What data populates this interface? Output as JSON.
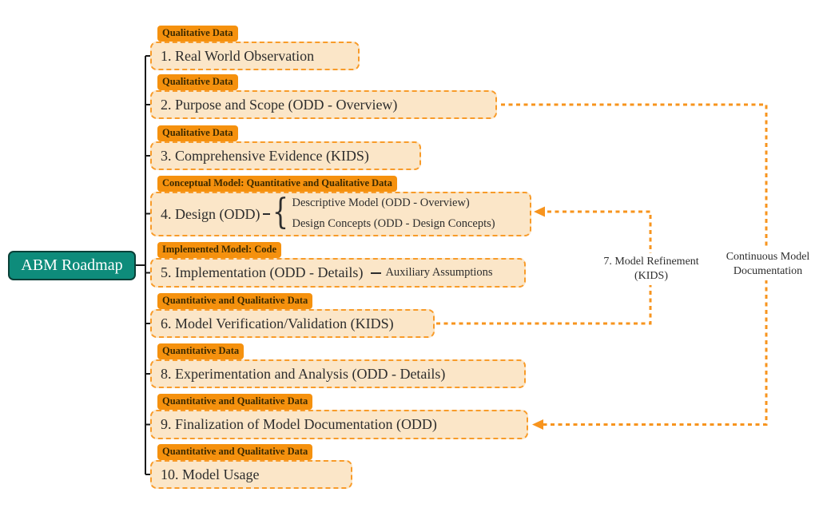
{
  "diagram": {
    "root_label": "ABM Roadmap",
    "items": [
      {
        "tag": "Qualitative Data",
        "title": "1. Real World Observation"
      },
      {
        "tag": "Qualitative Data",
        "title": "2. Purpose and Scope (ODD - Overview)"
      },
      {
        "tag": "Qualitative Data",
        "title": "3. Comprehensive Evidence (KIDS)"
      },
      {
        "tag": "Conceptual Model: Quantitative and Qualitative Data",
        "title": "4. Design (ODD)",
        "children": [
          "Descriptive Model (ODD - Overview)",
          "Design Concepts (ODD - Design Concepts)"
        ]
      },
      {
        "tag": "Implemented Model: Code",
        "title": "5. Implementation (ODD - Details)",
        "suffix": "Auxiliary Assumptions"
      },
      {
        "tag": "Quantitative and Qualitative Data",
        "title": "6. Model Verification/Validation (KIDS)"
      },
      {
        "tag": "Quantitative Data",
        "title": "8. Experimentation and Analysis (ODD - Details)"
      },
      {
        "tag": "Quantitative and Qualitative Data",
        "title": "9. Finalization of Model Documentation (ODD)"
      },
      {
        "tag": "Quantitative and Qualitative Data",
        "title": "10. Model Usage"
      }
    ],
    "arrows": [
      {
        "line1": "7. Model Refinement",
        "line2": "(KIDS)",
        "from": "6. Model Verification/Validation (KIDS)",
        "to": "4. Design (ODD)"
      },
      {
        "line1": "Continuous Model",
        "line2": "Documentation",
        "from": "2. Purpose and Scope (ODD - Overview)",
        "to": "9. Finalization of Model Documentation (ODD)"
      }
    ],
    "colors": {
      "accent_orange": "#F7941E",
      "node_fill": "#FBE6C8",
      "root_teal": "#0E8C7B",
      "root_border": "#0A4038",
      "line_black": "#1A1A1A",
      "text": "#2D2D2D"
    }
  }
}
